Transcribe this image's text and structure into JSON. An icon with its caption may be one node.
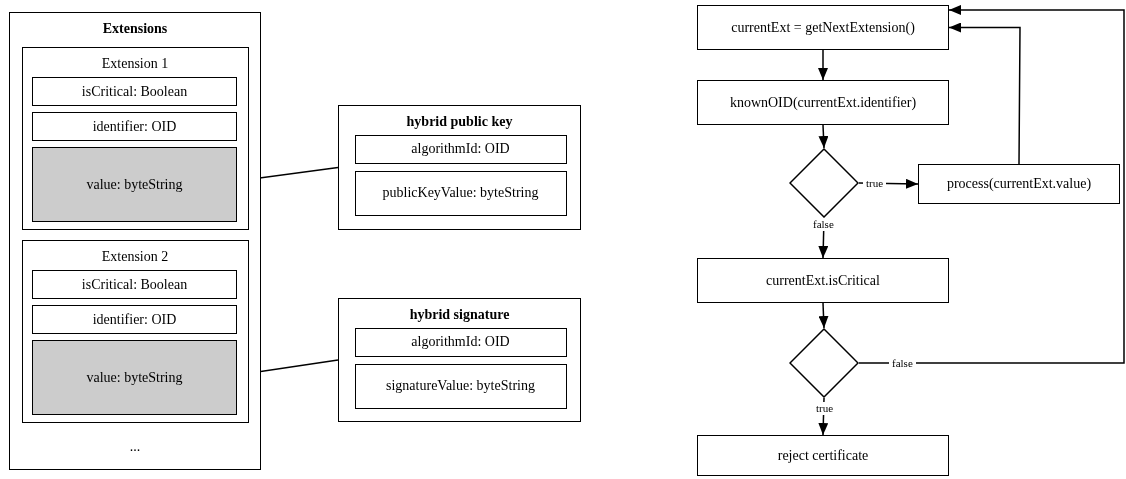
{
  "diagram": {
    "nodes": [
      {
        "text": [
          "Extensions",
          "..."
        ]
      },
      {
        "text": [
          "Extension 1"
        ],
        "in": 0
      },
      {
        "text": [
          "isCritical: Boolean"
        ],
        "in": 1
      },
      {
        "text": [
          "identifier: OID"
        ],
        "in": 1
      },
      {
        "text": [
          "value: byteString"
        ],
        "in": 1
      },
      {
        "text": [
          "Extension 2"
        ],
        "in": 0
      },
      {
        "text": [
          "isCritical: Boolean"
        ],
        "in": 5
      },
      {
        "text": [
          "identifier: OID"
        ],
        "in": 5
      },
      {
        "text": [
          "value: byteString"
        ],
        "in": 5
      },
      {
        "text": [
          "hybrid public key"
        ]
      },
      {
        "text": [
          "algorithmId: OID"
        ],
        "in": 9
      },
      {
        "text": [
          "publicKeyValue: byteString"
        ],
        "in": 9
      },
      {
        "text": [
          "hybrid signature"
        ]
      },
      {
        "text": [
          "algorithmId: OID"
        ],
        "in": 12
      },
      {
        "text": [
          "signatureValue: byteString"
        ],
        "in": 12
      },
      {
        "text": [
          "currentExt = getNextExtension()"
        ]
      },
      {
        "text": [
          "knownOID(currentExt.identifier)"
        ]
      },
      {
        "text": [],
        "shape": "diamond"
      },
      {
        "text": [
          "process(currentExt.value)"
        ]
      },
      {
        "text": [
          "currentExt.isCritical"
        ]
      },
      {
        "text": [],
        "shape": "diamond"
      },
      {
        "text": [
          "reject certificate"
        ]
      }
    ],
    "edges": [
      {
        "from": 4,
        "to": 9,
        "arrow": "none"
      },
      {
        "from": 8,
        "to": 12,
        "arrow": "none"
      },
      {
        "from": 15,
        "to": 16,
        "arrow": "to"
      },
      {
        "from": 16,
        "to": 17,
        "arrow": "to"
      },
      {
        "from": 17,
        "to": 18,
        "arrow": "to",
        "label": "true"
      },
      {
        "from": 17,
        "to": 19,
        "arrow": "to",
        "label": "false"
      },
      {
        "from": 18,
        "to": 15,
        "arrow": "to"
      },
      {
        "from": 19,
        "to": 20,
        "arrow": "to"
      },
      {
        "from": 20,
        "to": 21,
        "arrow": "to",
        "label": "true"
      },
      {
        "from": 20,
        "to": 15,
        "arrow": "to",
        "label": "false"
      }
    ]
  }
}
